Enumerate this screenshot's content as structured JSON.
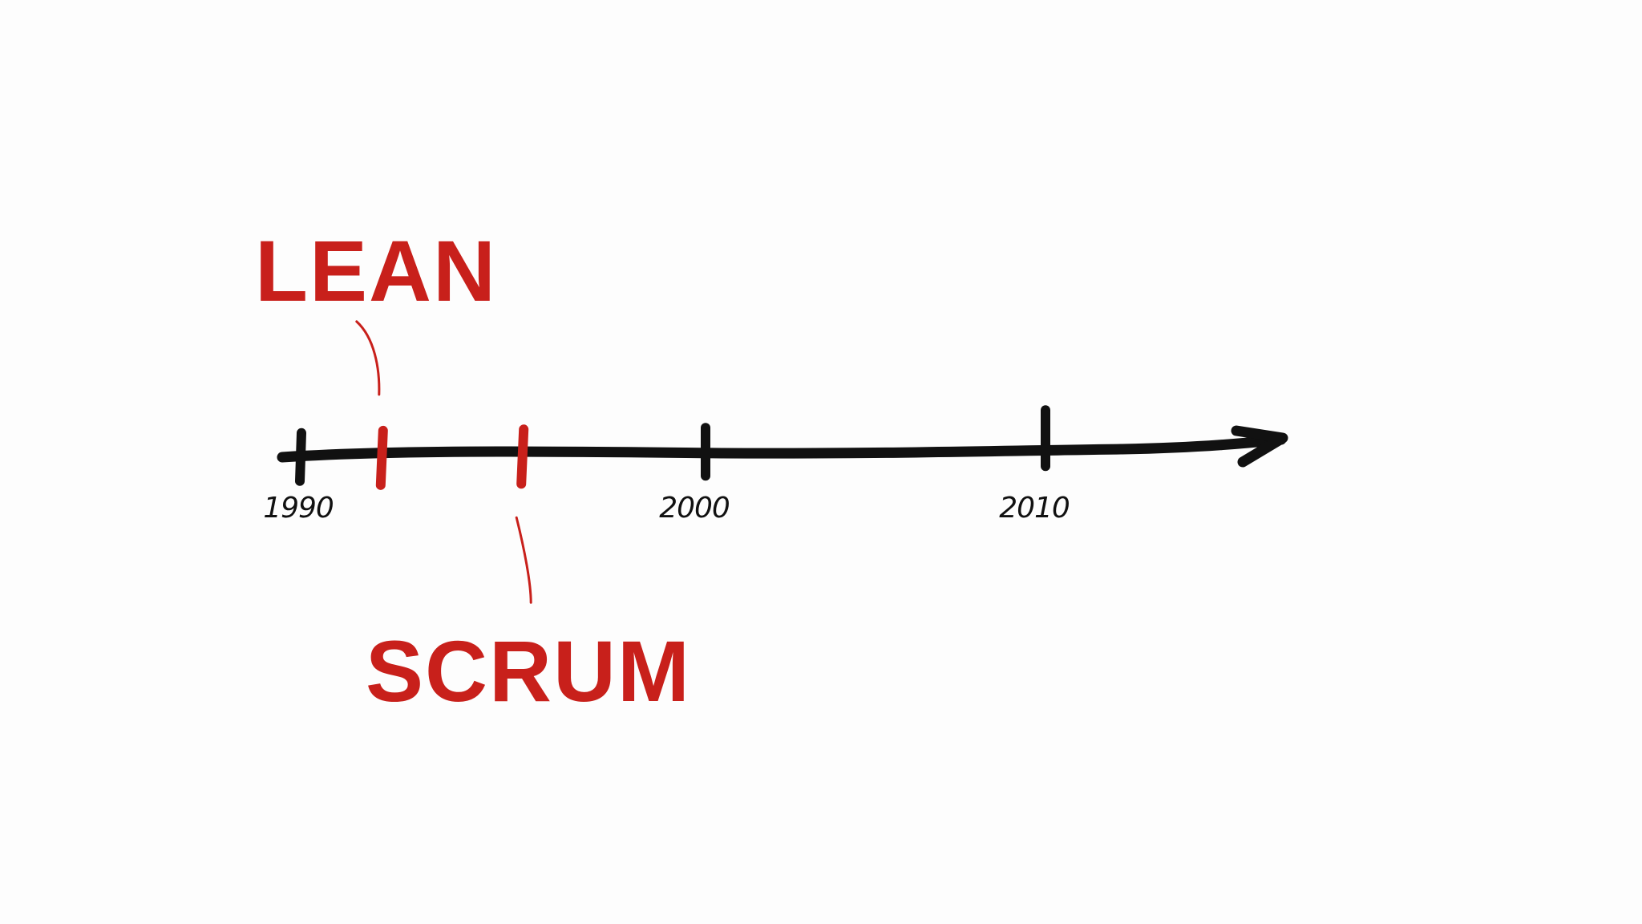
{
  "colors": {
    "background": "#fdfdfd",
    "ink": "#111111",
    "accent": "#c8201b"
  },
  "axis": {
    "direction": "right",
    "arrow_icon": "arrow-right-icon"
  },
  "year_ticks": [
    {
      "year": 1990,
      "label": "1990"
    },
    {
      "year": 2000,
      "label": "2000"
    },
    {
      "year": 2010,
      "label": "2010"
    }
  ],
  "events": [
    {
      "label": "LEAN",
      "year": 1992,
      "side": "above"
    },
    {
      "label": "SCRUM",
      "year": 1995.5,
      "side": "below"
    }
  ]
}
